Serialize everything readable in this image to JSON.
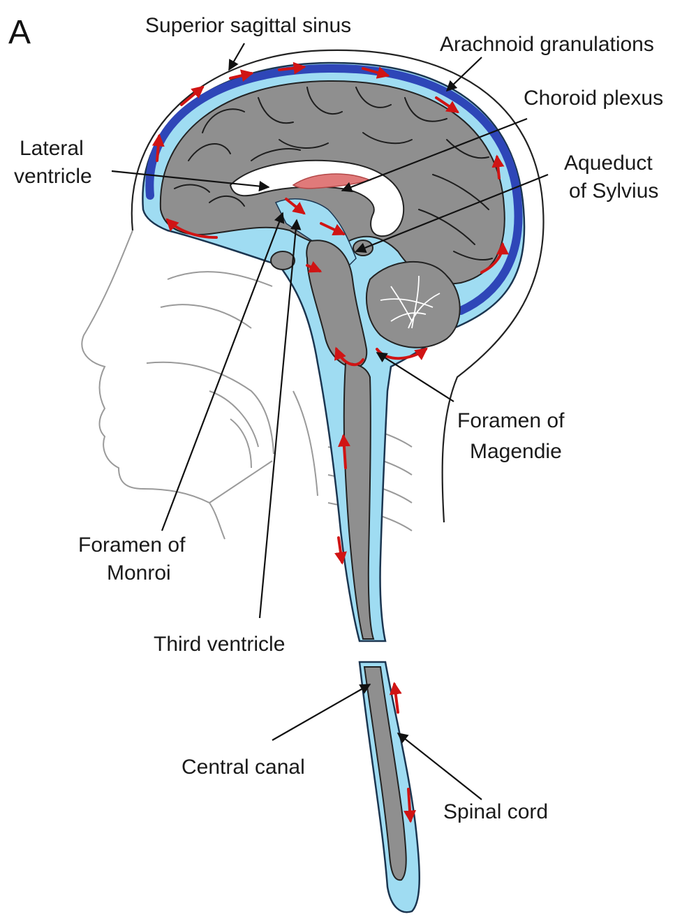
{
  "panel_letter": "A",
  "labels": {
    "superior_sagittal_sinus": "Superior sagittal sinus",
    "arachnoid_granulations": "Arachnoid granulations",
    "choroid_plexus": "Choroid plexus",
    "lateral_ventricle_1": "Lateral",
    "lateral_ventricle_2": "ventricle",
    "aqueduct_1": "Aqueduct",
    "aqueduct_2": "of Sylvius",
    "magendie_1": "Foramen of",
    "magendie_2": "Magendie",
    "monroi_1": "Foramen of",
    "monroi_2": "Monroi",
    "third_ventricle": "Third ventricle",
    "central_canal": "Central canal",
    "spinal_cord": "Spinal cord"
  },
  "colors": {
    "csf": "#9fdcf2",
    "brain_tissue": "#8f8f8f",
    "venous_sinus": "#2e46b8",
    "csf_flow_arrows": "#d01414",
    "choroid_plexus": "#e07a7a",
    "head_outline": "#9a9a9a"
  }
}
